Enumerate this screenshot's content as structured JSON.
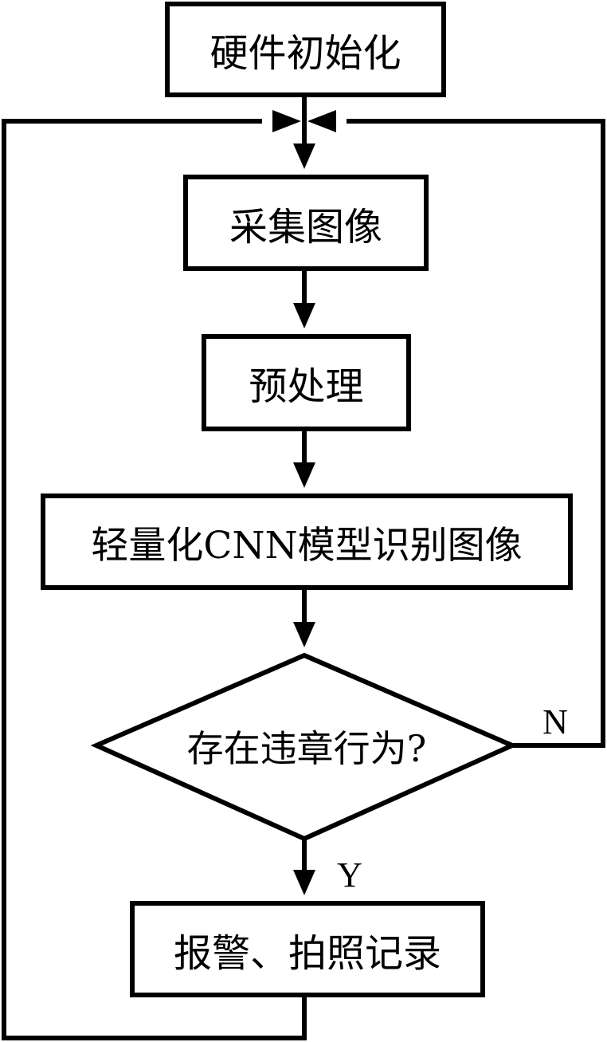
{
  "flowchart": {
    "steps": {
      "init": "硬件初始化",
      "capture": "采集图像",
      "preprocess": "预处理",
      "recognize": "轻量化CNN模型识别图像",
      "decision": "存在违章行为?",
      "alarm": "报警、拍照记录"
    },
    "branches": {
      "yes": "Y",
      "no": "N"
    }
  }
}
